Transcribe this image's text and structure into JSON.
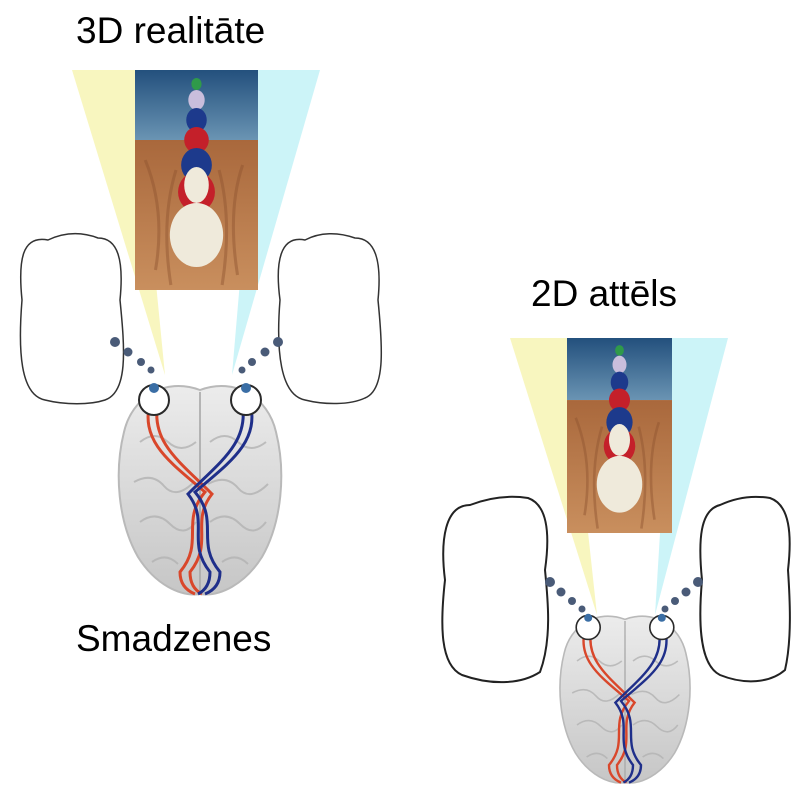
{
  "labels": {
    "reality_3d": "3D realitāte",
    "image_2d": "2D attēls",
    "brain": "Smadzenes"
  },
  "colors": {
    "sky_top": "#2c5a86",
    "sky_bottom": "#5b86a8",
    "floor": "#b8784a",
    "left_eye_cone": "#f7f5b8",
    "right_eye_cone": "#c6f3f7",
    "left_optic_nerve": "#d9472b",
    "right_optic_nerve": "#1f2f8a",
    "brain": "#d6d6d6",
    "pin_body": "#efeadb",
    "pin_red": "#c4202a",
    "pin_blue": "#1d3a8c",
    "pin_lavender": "#c9bedc",
    "pin_green": "#2f9a4a",
    "dots": "#4a5b78"
  },
  "icons": [
    "brain-icon",
    "eye-icon",
    "bowling-pins-icon"
  ]
}
